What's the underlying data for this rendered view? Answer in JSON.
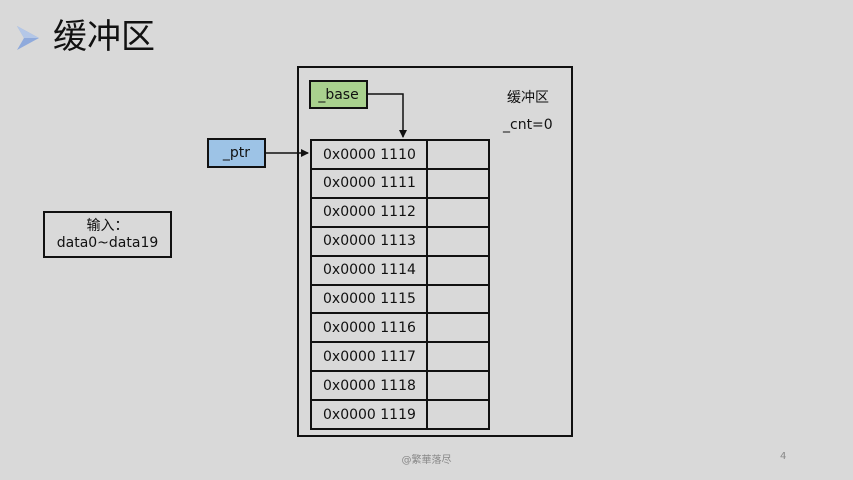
{
  "slide": {
    "title": "缓冲区",
    "bullet_icon": "arrow-bullet-icon",
    "accent_color": "#8faadc"
  },
  "diagram": {
    "base_label": "_base",
    "base_color": "#a9d18e",
    "ptr_label": "_ptr",
    "ptr_color": "#9dc3e6",
    "buffer_label": "缓冲区",
    "cnt_label": "_cnt=0",
    "input_line1": "输入：",
    "input_line2": "data0~data19",
    "rows": [
      {
        "address": "0x0000 1110",
        "value": ""
      },
      {
        "address": "0x0000 1111",
        "value": ""
      },
      {
        "address": "0x0000 1112",
        "value": ""
      },
      {
        "address": "0x0000 1113",
        "value": ""
      },
      {
        "address": "0x0000 1114",
        "value": ""
      },
      {
        "address": "0x0000 1115",
        "value": ""
      },
      {
        "address": "0x0000 1116",
        "value": ""
      },
      {
        "address": "0x0000 1117",
        "value": ""
      },
      {
        "address": "0x0000 1118",
        "value": ""
      },
      {
        "address": "0x0000 1119",
        "value": ""
      }
    ]
  },
  "footer": {
    "watermark": "@繁華落尽",
    "page_number": "4"
  }
}
